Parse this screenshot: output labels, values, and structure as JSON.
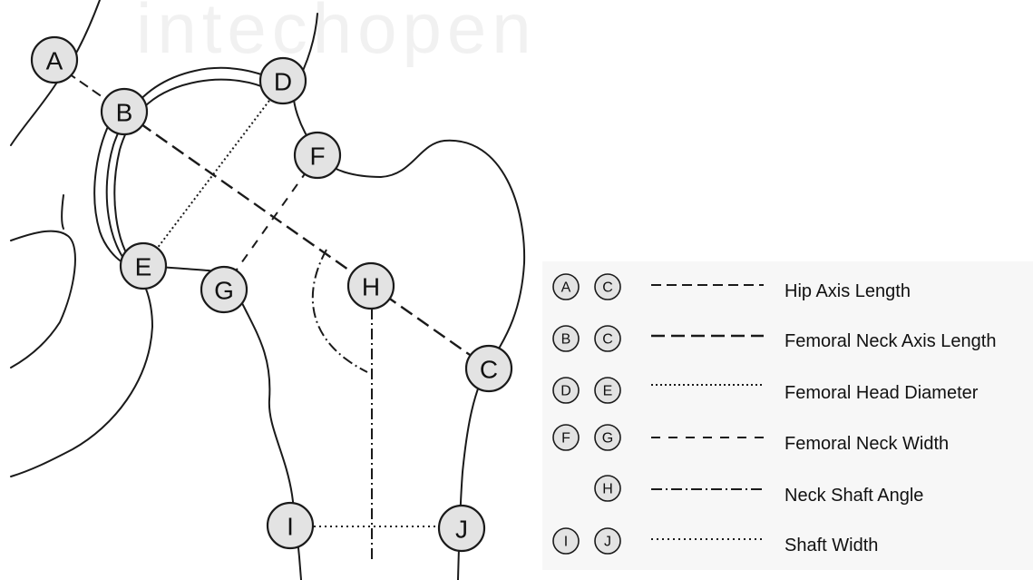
{
  "diagram": {
    "points": [
      {
        "id": "A",
        "label": "A"
      },
      {
        "id": "B",
        "label": "B"
      },
      {
        "id": "C",
        "label": "C"
      },
      {
        "id": "D",
        "label": "D"
      },
      {
        "id": "E",
        "label": "E"
      },
      {
        "id": "F",
        "label": "F"
      },
      {
        "id": "G",
        "label": "G"
      },
      {
        "id": "H",
        "label": "H"
      },
      {
        "id": "I",
        "label": "I"
      },
      {
        "id": "J",
        "label": "J"
      }
    ]
  },
  "legend": {
    "items": [
      {
        "start": "A",
        "end": "C",
        "label": "Hip Axis Length"
      },
      {
        "start": "B",
        "end": "C",
        "label": "Femoral Neck Axis Length"
      },
      {
        "start": "D",
        "end": "E",
        "label": "Femoral Head Diameter"
      },
      {
        "start": "F",
        "end": "G",
        "label": "Femoral Neck Width"
      },
      {
        "start": "",
        "end": "H",
        "label": "Neck Shaft Angle"
      },
      {
        "start": "I",
        "end": "J",
        "label": "Shaft Width"
      }
    ]
  }
}
